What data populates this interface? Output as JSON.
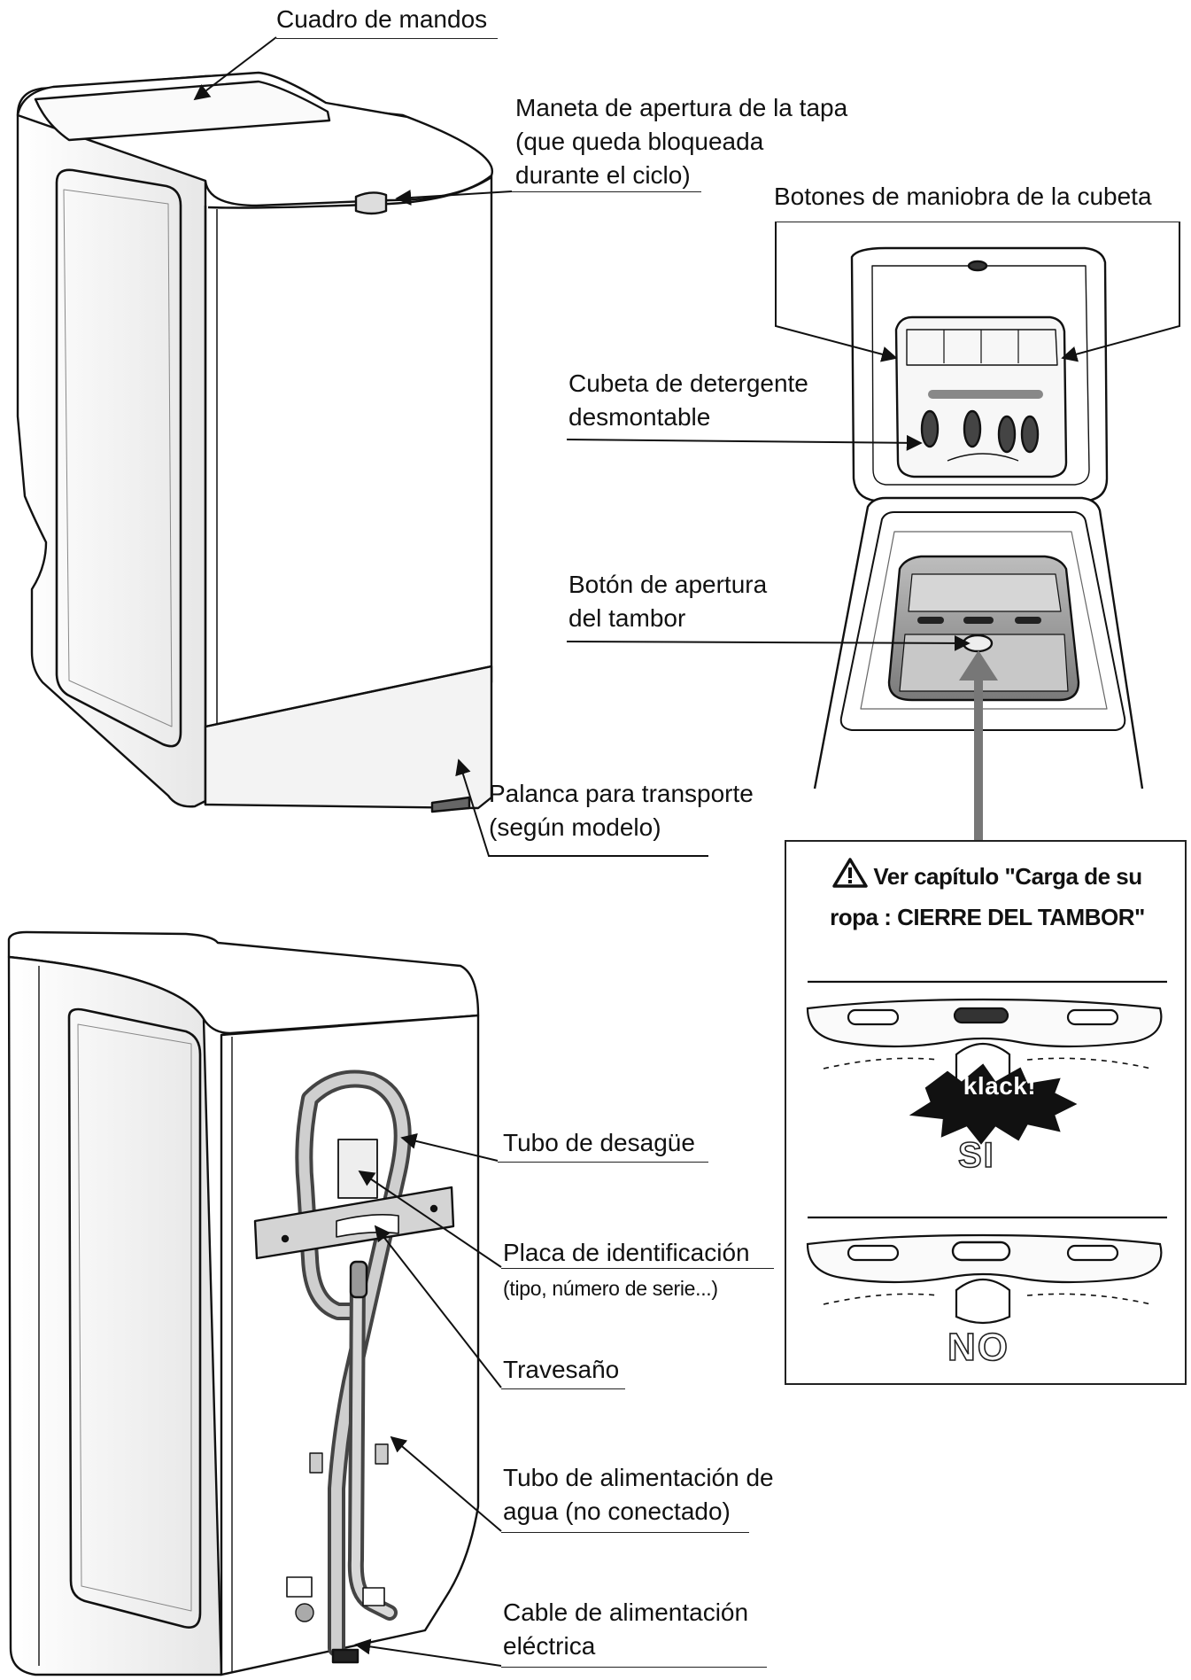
{
  "labels": {
    "control_panel": "Cuadro de mandos",
    "lid_handle_1": "Maneta de apertura de la tapa",
    "lid_handle_2": "(que queda bloqueada",
    "lid_handle_3": "durante el ciclo)",
    "tray_buttons": "Botones de maniobra de la cubeta",
    "detergent_tray_1": "Cubeta de detergente",
    "detergent_tray_2": "desmontable",
    "drum_button_1": "Botón de apertura",
    "drum_button_2": "del tambor",
    "transport_lever_1": "Palanca para transporte",
    "transport_lever_2": "(según modelo)",
    "drain_hose": "Tubo de desagüe",
    "id_plate_1": "Placa de identificación",
    "id_plate_2": "(tipo, número de serie...)",
    "crossbar": "Travesaño",
    "water_hose_1": "Tubo de alimentación de",
    "water_hose_2": "agua (no conectado)",
    "power_cable_1": "Cable de alimentación",
    "power_cable_2": "eléctrica"
  },
  "callout": {
    "title_line1": "Ver capítulo \"Carga de su",
    "title_line2": "ropa : CIERRE DEL TAMBOR\"",
    "sound": "klack!",
    "yes": "SI",
    "no": "NO"
  },
  "icons": {
    "warning": "warning-triangle-icon"
  }
}
